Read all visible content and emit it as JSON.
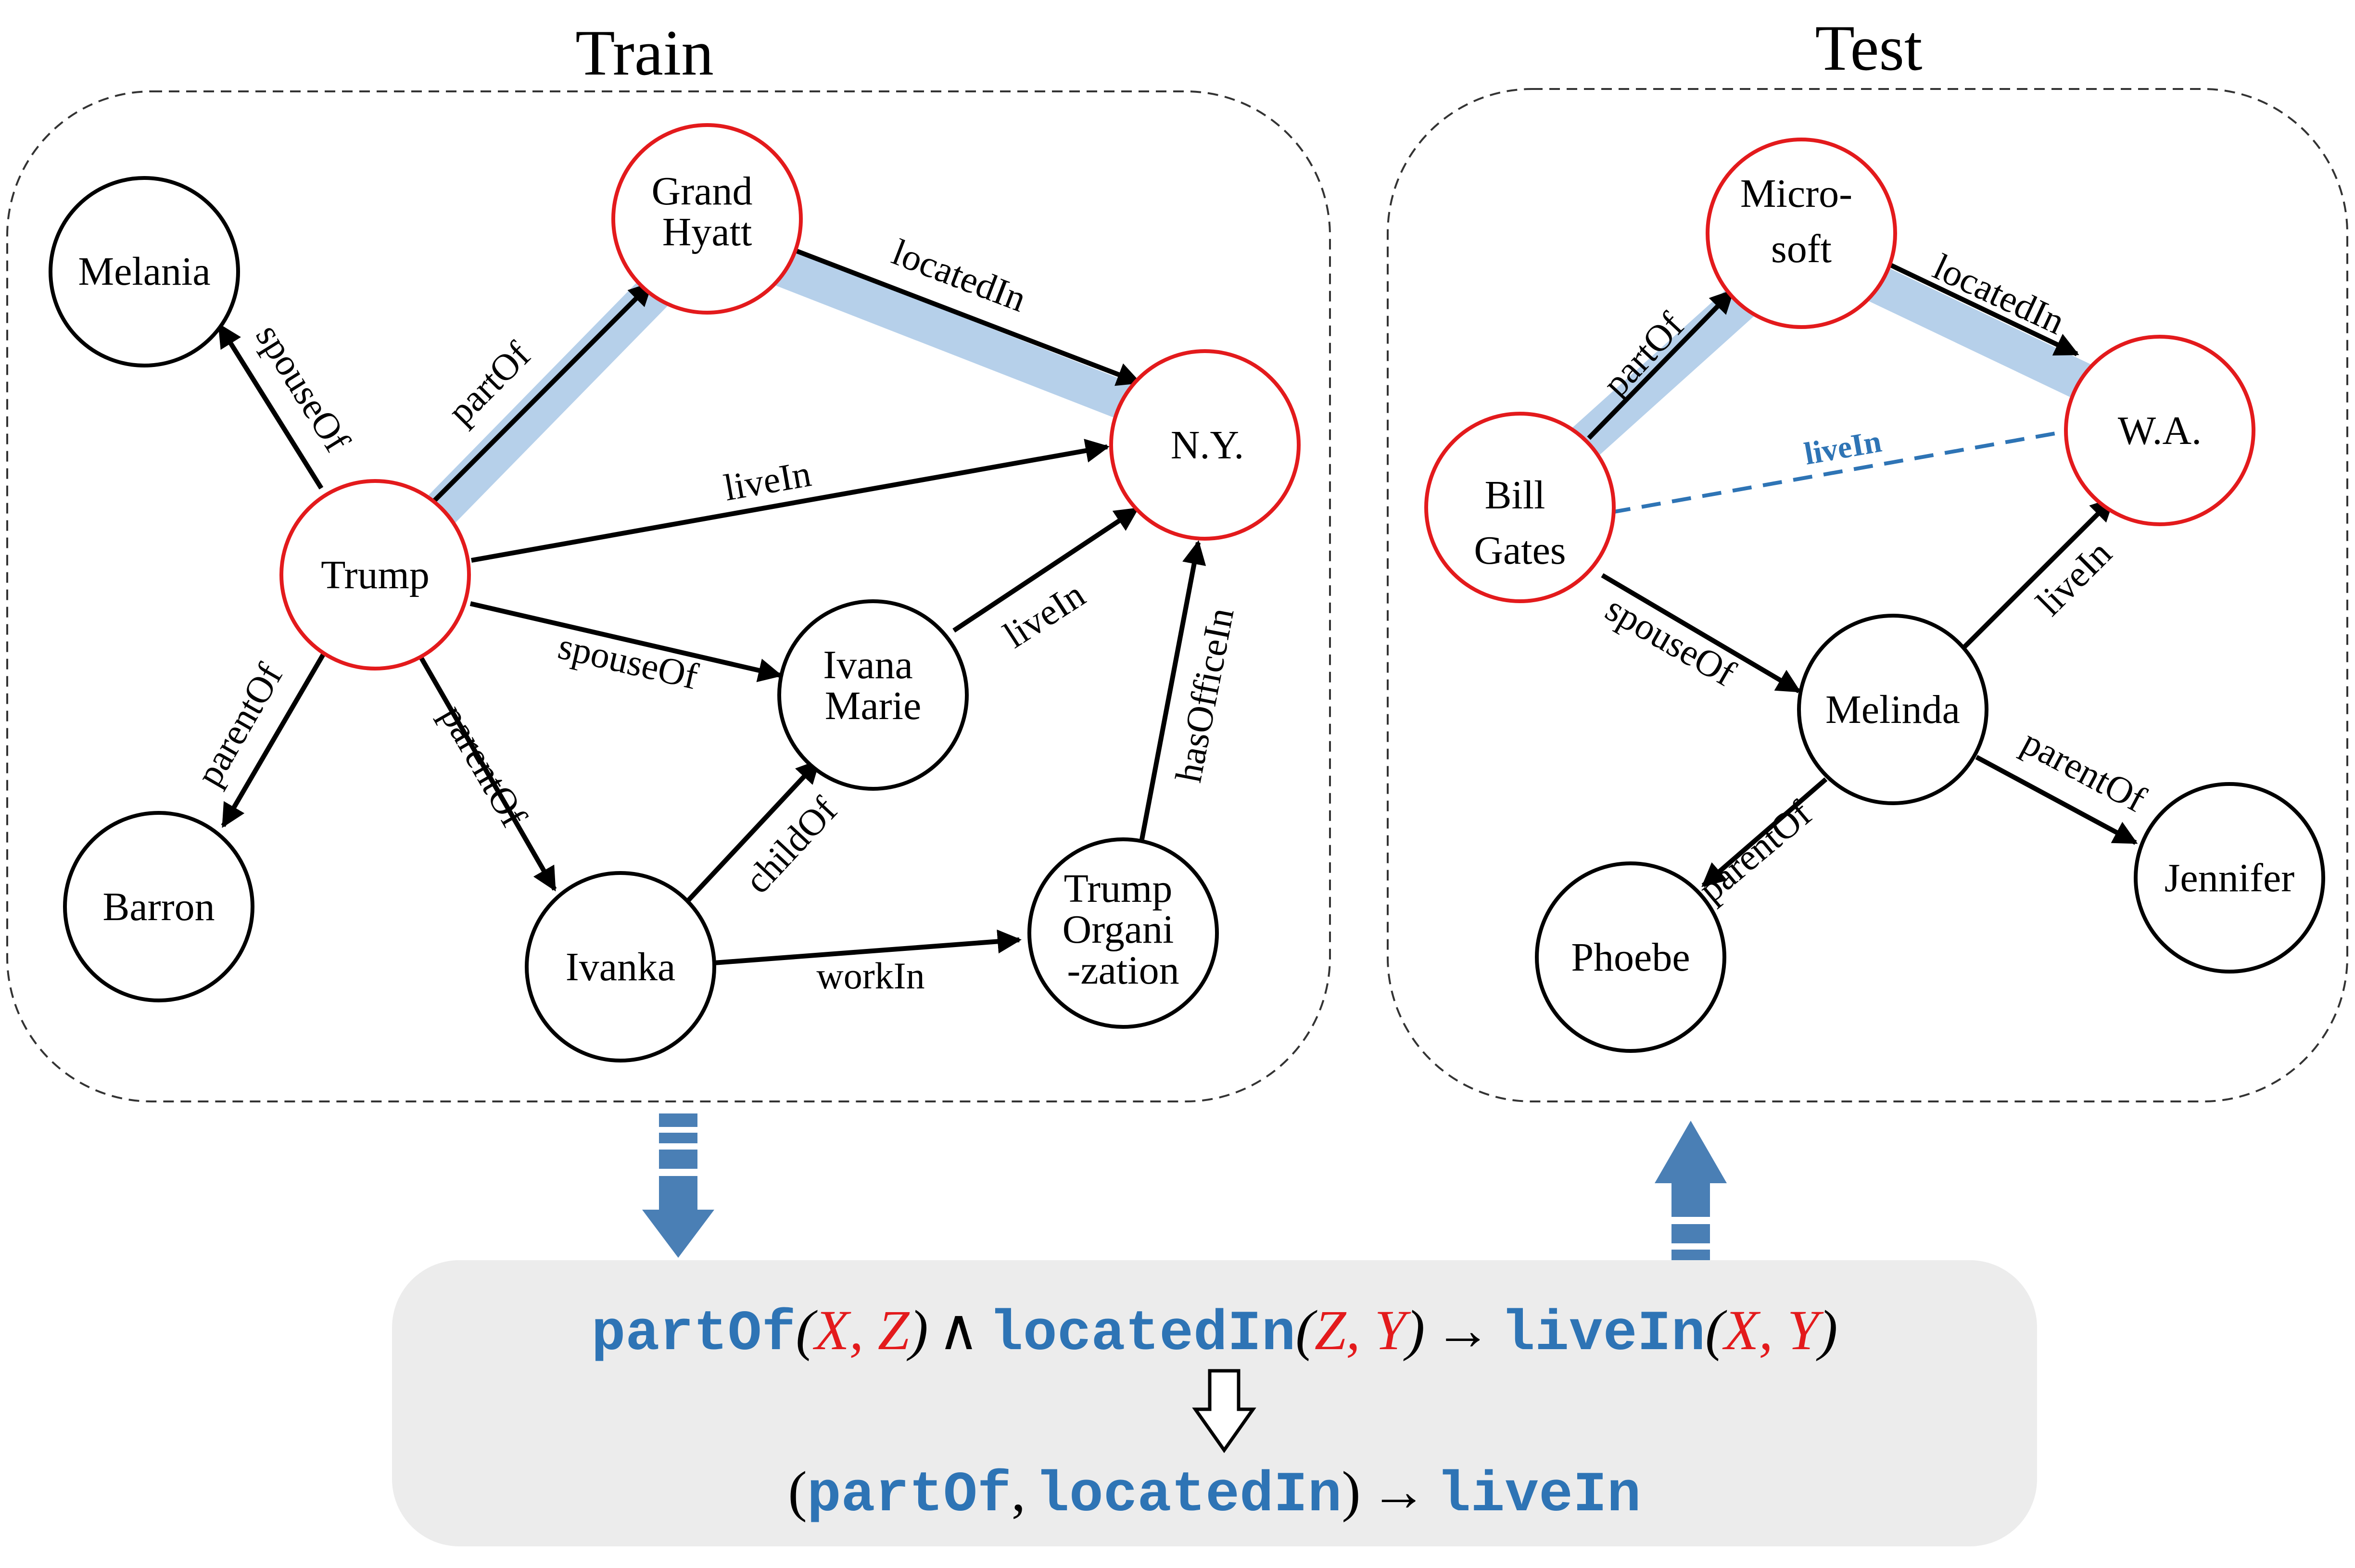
{
  "train": {
    "title": "Train",
    "nodes": {
      "melania": "Melania",
      "grand_hyatt": [
        "Grand",
        "Hyatt"
      ],
      "ny": "N.Y.",
      "trump": "Trump",
      "ivana_marie": [
        "Ivana",
        "Marie"
      ],
      "barron": "Barron",
      "ivanka": "Ivanka",
      "trump_org": [
        "Trump",
        "Organi",
        "-zation"
      ]
    },
    "edges": {
      "spouseOf_melania": "spouseOf",
      "partOf": "partOf",
      "locatedIn": "locatedIn",
      "liveIn_ny": "liveIn",
      "spouseOf_ivana": "spouseOf",
      "liveIn_ivana": "liveIn",
      "parentOf_barron": "parentOf",
      "parentOf_ivanka": "parentOf",
      "childOf": "childOf",
      "hasOfficeIn": "hasOfficeIn",
      "workIn": "workIn"
    }
  },
  "test": {
    "title": "Test",
    "nodes": {
      "microsoft": [
        "Micro-",
        "soft"
      ],
      "wa": "W.A.",
      "bill_gates": [
        "Bill",
        "Gates"
      ],
      "melinda": "Melinda",
      "jennifer": "Jennifer",
      "phoebe": "Phoebe"
    },
    "edges": {
      "partOf": "partOf",
      "locatedIn": "locatedIn",
      "liveIn_predicted": "liveIn",
      "spouseOf": "spouseOf",
      "liveIn_melinda": "liveIn",
      "parentOf_jennifer": "parentOf",
      "parentOf_phoebe": "parentOf"
    }
  },
  "rule": {
    "line1": {
      "p1": "partOf",
      "v1": "X, Z",
      "and": "∧",
      "p2": "locatedIn",
      "v2": "Z, Y",
      "arrow": "→",
      "p3": "liveIn",
      "v3": "X, Y"
    },
    "line2": {
      "open": "(",
      "p1": "partOf",
      "comma": ",",
      "p2": "locatedIn",
      "close": ")",
      "arrow": "→",
      "p3": "liveIn"
    }
  },
  "colors": {
    "red_node": "#e31a1c",
    "path_highlight": "#b6d0ea",
    "predicate_blue": "#2e74b5",
    "variable_red": "#e31a1c",
    "big_arrow": "#4a7fb5",
    "rule_box": "#ececec"
  }
}
